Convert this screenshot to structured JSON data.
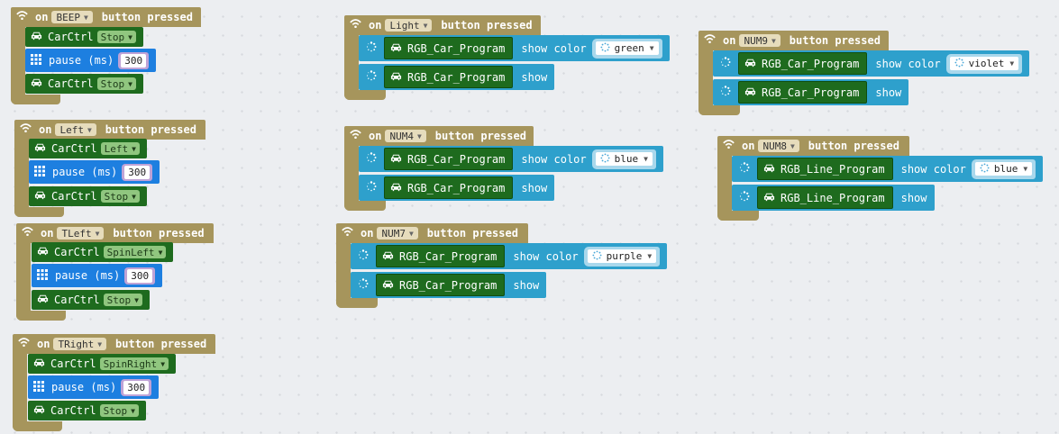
{
  "labels": {
    "on": "on",
    "button_pressed": "button pressed",
    "carctrl": "CarCtrl",
    "pause": "pause (ms)",
    "show_color": "show color",
    "show": "show"
  },
  "colors": {
    "event": "#a6955c",
    "car": "#1e6b1e",
    "basic": "#1d7fe0",
    "rgb": "#2ea0cc"
  },
  "icons": [
    "wifi-icon",
    "car-icon",
    "grid-icon",
    "spinner-icon"
  ],
  "car_groups": [
    {
      "button": "BEEP",
      "actions": [
        "Stop",
        "Stop"
      ],
      "pause": "300"
    },
    {
      "button": "Left",
      "actions": [
        "Left",
        "Stop"
      ],
      "pause": "300"
    },
    {
      "button": "TLeft",
      "actions": [
        "SpinLeft",
        "Stop"
      ],
      "pause": "300"
    },
    {
      "button": "TRight",
      "actions": [
        "SpinRight",
        "Stop"
      ],
      "pause": "300"
    }
  ],
  "rgb_groups": [
    {
      "button": "Light",
      "program": "RGB_Car_Program",
      "color": "green"
    },
    {
      "button": "NUM4",
      "program": "RGB_Car_Program",
      "color": "blue"
    },
    {
      "button": "NUM7",
      "program": "RGB_Car_Program",
      "color": "purple"
    },
    {
      "button": "NUM9",
      "program": "RGB_Car_Program",
      "color": "violet"
    },
    {
      "button": "NUM8",
      "program": "RGB_Line_Program",
      "color": "blue"
    }
  ]
}
